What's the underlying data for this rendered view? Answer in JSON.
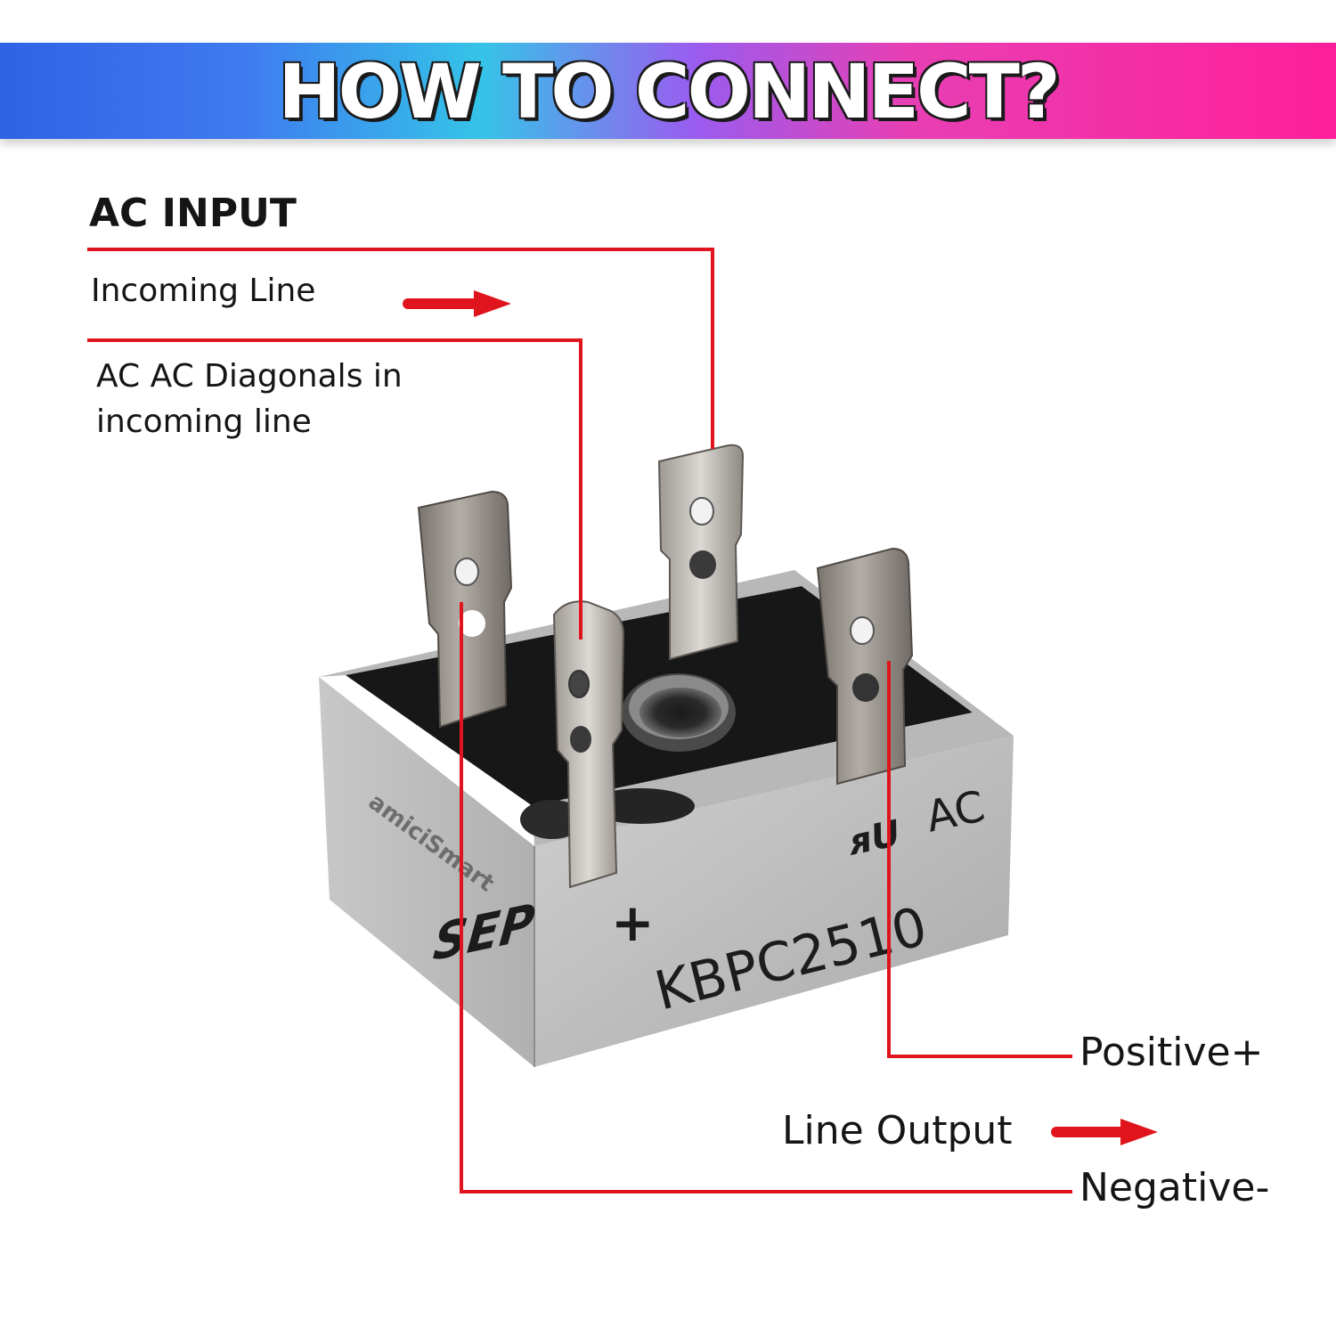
{
  "header": {
    "title": "HOW TO CONNECT?"
  },
  "labels": {
    "ac_input": "AC INPUT",
    "incoming_line": "Incoming Line",
    "diagonals_line1": "AC AC Diagonals in",
    "diagonals_line2": "incoming line",
    "positive": "Positive+",
    "line_output": "Line Output",
    "negative": "Negative-"
  },
  "component": {
    "model": "KBPC2510",
    "plus_mark": "+",
    "ac_mark": "AC",
    "maker_mark": "SEP",
    "brand": "amiciSmart"
  },
  "colors": {
    "callout_line": "#e0141c",
    "arrow": "#e0141c",
    "body_metal": "#b9b9b9",
    "terminal": "#9a948e",
    "potting": "#161616"
  }
}
